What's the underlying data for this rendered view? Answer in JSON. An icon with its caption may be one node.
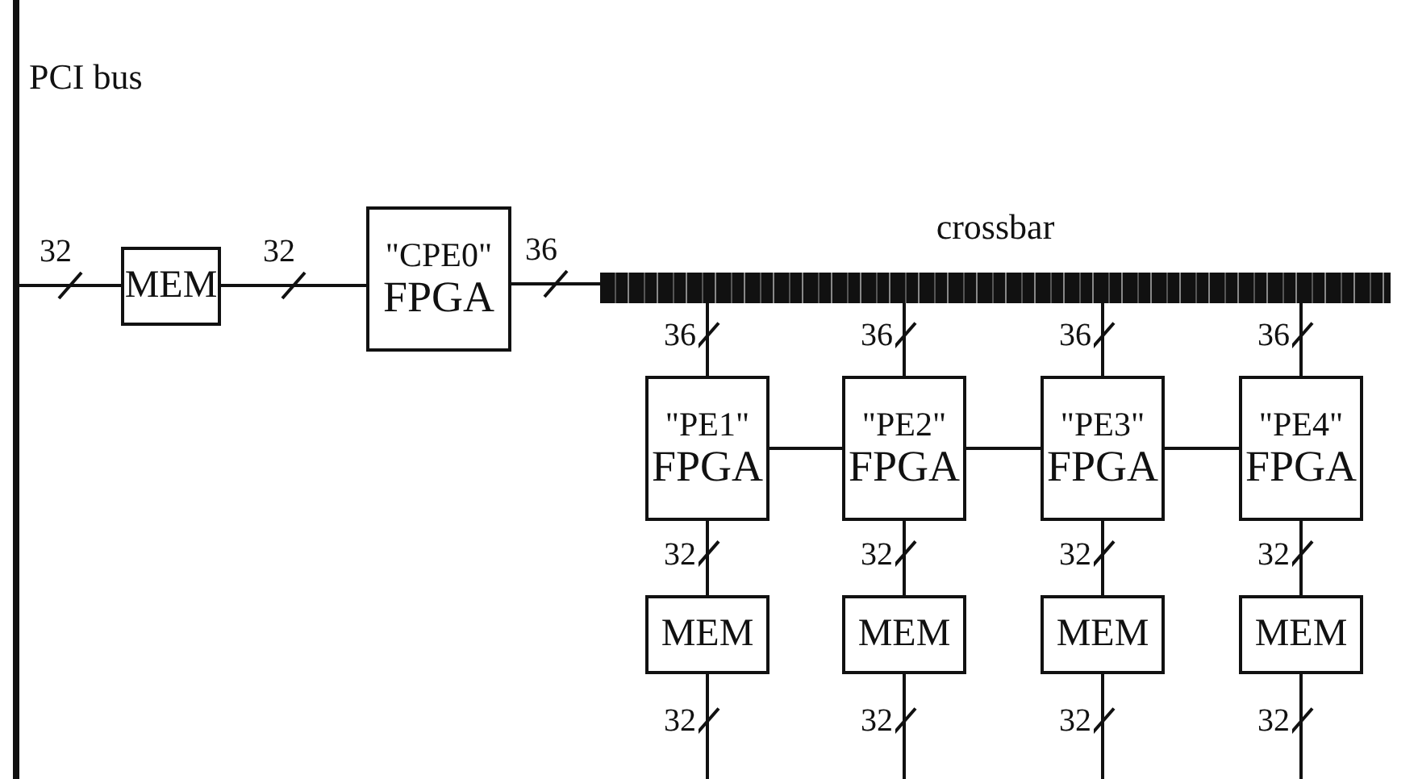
{
  "diagram": {
    "nodes": [
      {
        "text": [],
        "shape": "bar",
        "beside": [
          "PCI bus"
        ]
      },
      {
        "text": [
          "MEM"
        ]
      },
      {
        "text": [
          "\"CPE0\"",
          "FPGA"
        ]
      },
      {
        "text": [
          "crossbar"
        ]
      },
      {
        "text": [
          "\"PE1\"",
          "FPGA"
        ]
      },
      {
        "text": [
          "\"PE2\"",
          "FPGA"
        ]
      },
      {
        "text": [
          "\"PE3\"",
          "FPGA"
        ]
      },
      {
        "text": [
          "\"PE4\"",
          "FPGA"
        ]
      },
      {
        "text": [
          "MEM"
        ]
      },
      {
        "text": [
          "MEM"
        ]
      },
      {
        "text": [
          "MEM"
        ]
      },
      {
        "text": [
          "MEM"
        ]
      }
    ],
    "edges": [
      {
        "from": 0,
        "to": 1,
        "arrow": "none",
        "label": "32"
      },
      {
        "from": 1,
        "to": 2,
        "arrow": "none",
        "label": "32"
      },
      {
        "from": 2,
        "to": 3,
        "arrow": "none",
        "label": "36"
      },
      {
        "from": 3,
        "to": 4,
        "arrow": "none",
        "label": "36"
      },
      {
        "from": 3,
        "to": 5,
        "arrow": "none",
        "label": "36"
      },
      {
        "from": 3,
        "to": 6,
        "arrow": "none",
        "label": "36"
      },
      {
        "from": 3,
        "to": 7,
        "arrow": "none",
        "label": "36"
      },
      {
        "from": 4,
        "to": 5,
        "arrow": "none"
      },
      {
        "from": 5,
        "to": 6,
        "arrow": "none"
      },
      {
        "from": 6,
        "to": 7,
        "arrow": "none"
      },
      {
        "from": 4,
        "to": 8,
        "arrow": "none",
        "label": "32"
      },
      {
        "from": 5,
        "to": 9,
        "arrow": "none",
        "label": "32"
      },
      {
        "from": 6,
        "to": 10,
        "arrow": "none",
        "label": "32"
      },
      {
        "from": 7,
        "to": 11,
        "arrow": "none",
        "label": "32"
      },
      {
        "from": 8,
        "to": null,
        "arrow": "none",
        "label": "32"
      },
      {
        "from": 9,
        "to": null,
        "arrow": "none",
        "label": "32"
      },
      {
        "from": 10,
        "to": null,
        "arrow": "none",
        "label": "32"
      },
      {
        "from": 11,
        "to": null,
        "arrow": "none",
        "label": "32"
      }
    ],
    "labels": []
  }
}
